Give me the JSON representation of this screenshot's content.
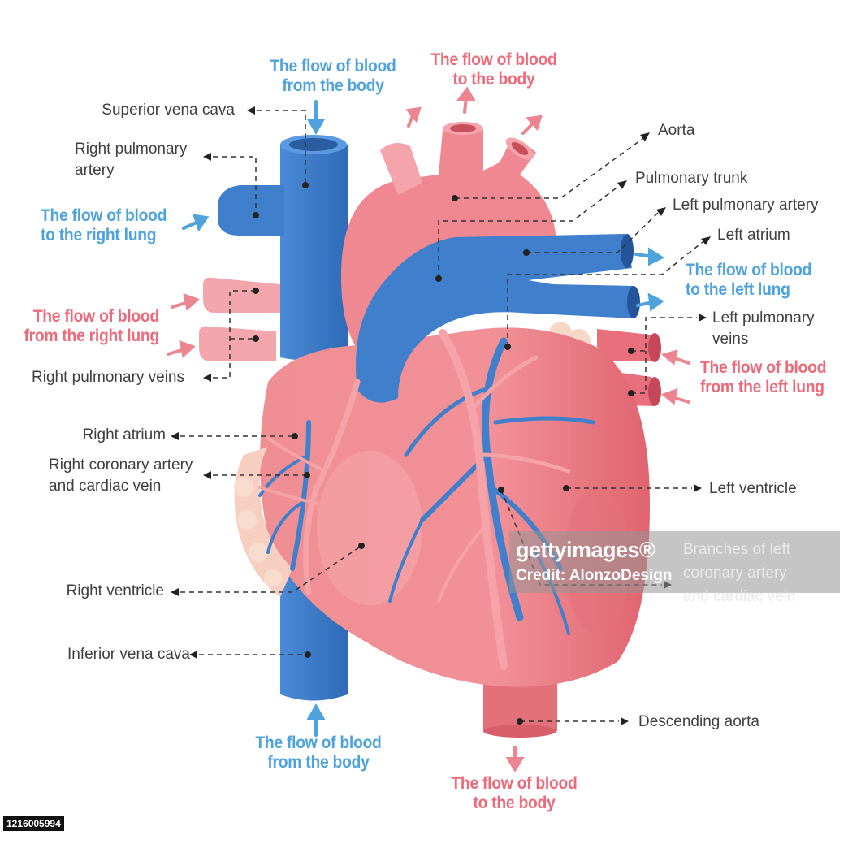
{
  "labels": {
    "superior_vena_cava": "Superior vena cava",
    "right_pulmonary_artery": "Right pulmonary\nartery",
    "right_pulmonary_veins": "Right pulmonary veins",
    "right_atrium": "Right atrium",
    "right_coronary": "Right coronary artery\nand cardiac vein",
    "right_ventricle": "Right ventricle",
    "inferior_vena_cava": "Inferior vena cava",
    "aorta": "Aorta",
    "pulmonary_trunk": "Pulmonary trunk",
    "left_pulmonary_artery": "Left pulmonary artery",
    "left_atrium": "Left atrium",
    "left_pulmonary_veins": "Left pulmonary\nveins",
    "left_ventricle": "Left ventricle",
    "branches_left_coronary": "Branches of left\ncoronary artery\nand cardiac vein",
    "descending_aorta": "Descending aorta"
  },
  "flows": {
    "from_body_top": "The flow of blood\nfrom the body",
    "to_body_top": "The flow of blood\nto the body",
    "to_right_lung": "The flow of blood\nto the right lung",
    "to_left_lung": "The flow of blood\nto the left lung",
    "from_right_lung": "The flow of blood\nfrom the right lung",
    "from_left_lung": "The flow of blood\nfrom the left lung",
    "from_body_bottom": "The flow of blood\nfrom the body",
    "to_body_bottom": "The flow of blood\nto the body"
  },
  "watermark": {
    "brand": "gettyimages®",
    "credit": "Credit: AlonzoDesign"
  },
  "stock_id": "1216005994",
  "colors": {
    "blue_vessel": "#3f7fcb",
    "pink_tissue": "#ee8a8f",
    "blue_text": "#4ea3dc",
    "pink_text": "#ec6a7a"
  }
}
